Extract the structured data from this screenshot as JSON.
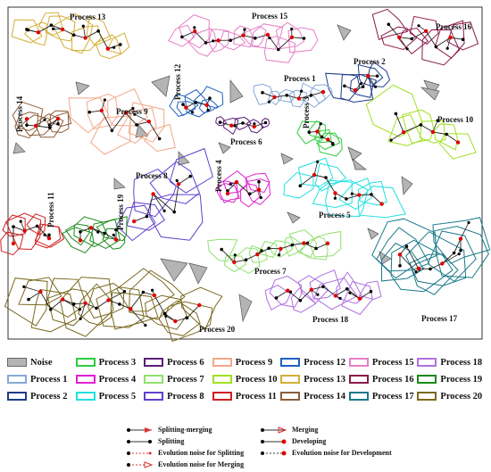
{
  "map": {
    "processes": [
      {
        "id": 13,
        "label": "Process 13",
        "color": "#d4af37"
      },
      {
        "id": 15,
        "label": "Process 15",
        "color": "#e680c8"
      },
      {
        "id": 16,
        "label": "Process 16",
        "color": "#8b1a4a"
      },
      {
        "id": 2,
        "label": "Process 2",
        "color": "#1f3b8a"
      },
      {
        "id": 1,
        "label": "Process 1",
        "color": "#87a8d8"
      },
      {
        "id": 14,
        "label": "Process 14",
        "color": "#8b5e3c"
      },
      {
        "id": 9,
        "label": "Process 9",
        "color": "#f2a98a"
      },
      {
        "id": 12,
        "label": "Process 12",
        "color": "#1f60c0"
      },
      {
        "id": 6,
        "label": "Process 6",
        "color": "#5a1e7a"
      },
      {
        "id": 3,
        "label": "Process 3",
        "color": "#2ecc40"
      },
      {
        "id": 10,
        "label": "Process 10",
        "color": "#a0e020"
      },
      {
        "id": 8,
        "label": "Process 8",
        "color": "#6040d0"
      },
      {
        "id": 4,
        "label": "Process 4",
        "color": "#e020d0"
      },
      {
        "id": 5,
        "label": "Process 5",
        "color": "#20e0e0"
      },
      {
        "id": 11,
        "label": "Process 11",
        "color": "#d02020"
      },
      {
        "id": 19,
        "label": "Process 19",
        "color": "#1a8a1a"
      },
      {
        "id": 7,
        "label": "Process 7",
        "color": "#90e070"
      },
      {
        "id": 18,
        "label": "Process 18",
        "color": "#b070e0"
      },
      {
        "id": 17,
        "label": "Process 17",
        "color": "#1a7a8a"
      },
      {
        "id": 20,
        "label": "Process 20",
        "color": "#7a6a20"
      }
    ]
  },
  "legend": {
    "items": [
      {
        "label": "Noise",
        "color": "#b4b4b4",
        "noise": true
      },
      {
        "label": "Process 3",
        "color": "#2ecc40"
      },
      {
        "label": "Process 6",
        "color": "#5a1e7a"
      },
      {
        "label": "Process 9",
        "color": "#f2a98a"
      },
      {
        "label": "Process 12",
        "color": "#1f60c0"
      },
      {
        "label": "Process 15",
        "color": "#e680c8"
      },
      {
        "label": "Process 18",
        "color": "#b070e0"
      },
      {
        "label": "Process 1",
        "color": "#87a8d8"
      },
      {
        "label": "Process 4",
        "color": "#e020d0"
      },
      {
        "label": "Process 7",
        "color": "#90e070"
      },
      {
        "label": "Process 10",
        "color": "#a0e020"
      },
      {
        "label": "Process 13",
        "color": "#d4af37"
      },
      {
        "label": "Process 16",
        "color": "#8b1a4a"
      },
      {
        "label": "Process 19",
        "color": "#1a8a1a"
      },
      {
        "label": "Process 2",
        "color": "#1f3b8a"
      },
      {
        "label": "Process 5",
        "color": "#20e0e0"
      },
      {
        "label": "Process 8",
        "color": "#6040d0"
      },
      {
        "label": "Process 11",
        "color": "#d02020"
      },
      {
        "label": "Process 14",
        "color": "#8b5e3c"
      },
      {
        "label": "Process 17",
        "color": "#1a7a8a"
      },
      {
        "label": "Process 20",
        "color": "#7a6a20"
      }
    ]
  },
  "symbols": {
    "splitting_merging": "Splitting-merging",
    "merging": "Merging",
    "splitting": "Splitting",
    "developing": "Developing",
    "noise_splitting": "Evolution noise for Splitting",
    "noise_development": "Evolution noise for Development",
    "noise_merging": "Evolution noise for Merging"
  },
  "noise_color": "#b4b4b4"
}
